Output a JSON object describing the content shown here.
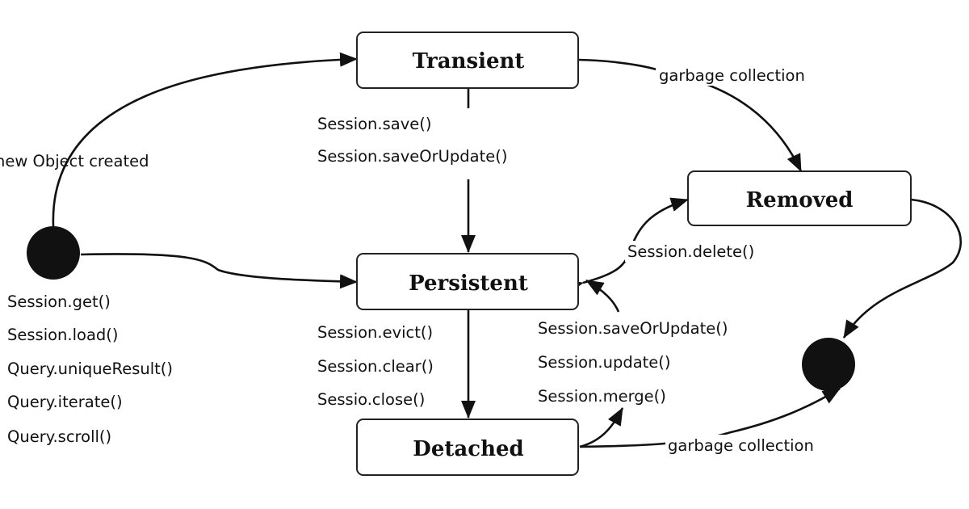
{
  "states": {
    "transient": "Transient",
    "persistent": "Persistent",
    "detached": "Detached",
    "removed": "Removed"
  },
  "transitions": {
    "new_object": "new Object created",
    "gc_transient": "garbage collection",
    "gc_detached": "garbage collection",
    "delete": "Session.delete()",
    "save": [
      "Session.save()",
      "Session.saveOrUpdate()"
    ],
    "load": [
      "Session.get()",
      "Session.load()",
      "Query.uniqueResult()",
      "Query.iterate()",
      "Query.scroll()"
    ],
    "detach": [
      "Session.evict()",
      "Session.clear()",
      "Sessio.close()"
    ],
    "reattach": [
      "Session.saveOrUpdate()",
      "Session.update()",
      "Session.merge()"
    ]
  },
  "colors": {
    "ink": "#111111",
    "box_fill": "#ffffff"
  }
}
